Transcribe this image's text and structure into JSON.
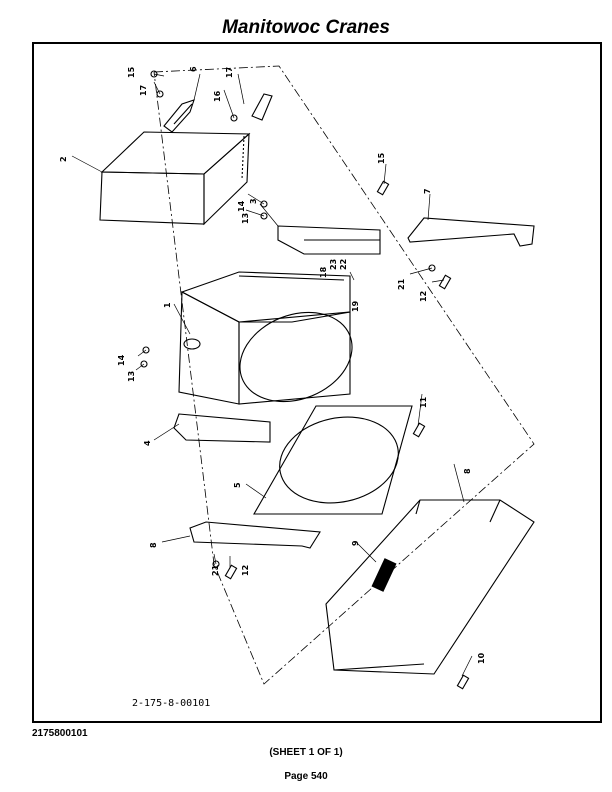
{
  "header": {
    "title": "Manitowoc Cranes"
  },
  "drawing": {
    "number": "2-175-8-00101",
    "callouts": [
      "1",
      "2",
      "3",
      "4",
      "5",
      "6",
      "7",
      "8",
      "8",
      "9",
      "10",
      "11",
      "12",
      "12",
      "13",
      "13",
      "14",
      "14",
      "15",
      "15",
      "16",
      "17",
      "17",
      "18",
      "19",
      "21",
      "21",
      "22",
      "23"
    ]
  },
  "footer": {
    "doc_code": "2175800101",
    "sheet": "(SHEET 1 OF 1)",
    "page": "Page 540"
  }
}
